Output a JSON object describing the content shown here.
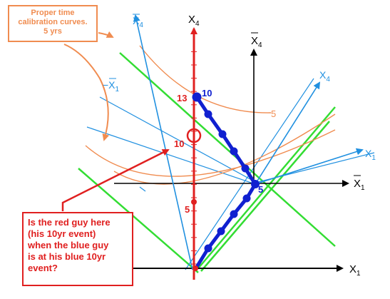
{
  "orange_callout": {
    "lines": [
      "Proper time",
      "calibration curves.",
      "5 yrs"
    ]
  },
  "red_callout": {
    "lines": [
      "Is the red guy here",
      "(his 10yr event)",
      "when the blue guy",
      "is at his blue 10yr",
      "event?"
    ]
  },
  "axes": {
    "red_time": {
      "base": "X",
      "sub": "4"
    },
    "red_space": {
      "base": "X",
      "sub": "1"
    },
    "blue_time": {
      "base": "X",
      "sub": "4",
      "bar": true
    },
    "blue_space": {
      "base": "X",
      "sub": "1",
      "bar": true
    },
    "boosted_time_blue": {
      "base": "X",
      "sub": "4"
    },
    "boosted_space_blue": {
      "base": "X",
      "sub": "1"
    },
    "boosted_time_top": {
      "base": "X",
      "sub": "4",
      "bar": true
    },
    "neg_space": {
      "base": "−X",
      "sub": "1",
      "bar": true
    }
  },
  "marks": {
    "red_13": "13",
    "blue_10": "10",
    "red_10": "10",
    "red_5": "5",
    "blue_5": "5",
    "curve_5": "5"
  },
  "colors": {
    "red": "#e02020",
    "blue": "#1020d0",
    "light_blue": "#2090e0",
    "green": "#33dd33",
    "orange": "#f08c50",
    "black": "#000000"
  }
}
